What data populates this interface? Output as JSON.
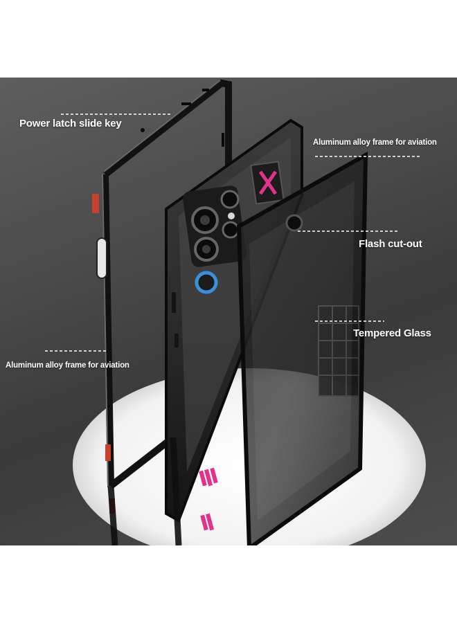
{
  "labels": {
    "power_latch": "Power latch slide key",
    "aluminum_right": "Aluminum alloy frame for aviation",
    "flash": "Flash cut-out",
    "tempered": "Tempered Glass",
    "aluminum_left": "Aluminum alloy frame for aviation"
  },
  "colors": {
    "accent_red": "#c8402e",
    "accent_pink": "#e0338c",
    "lens_blue": "#3a8fd8",
    "background_gray": "#4a4a4a"
  }
}
